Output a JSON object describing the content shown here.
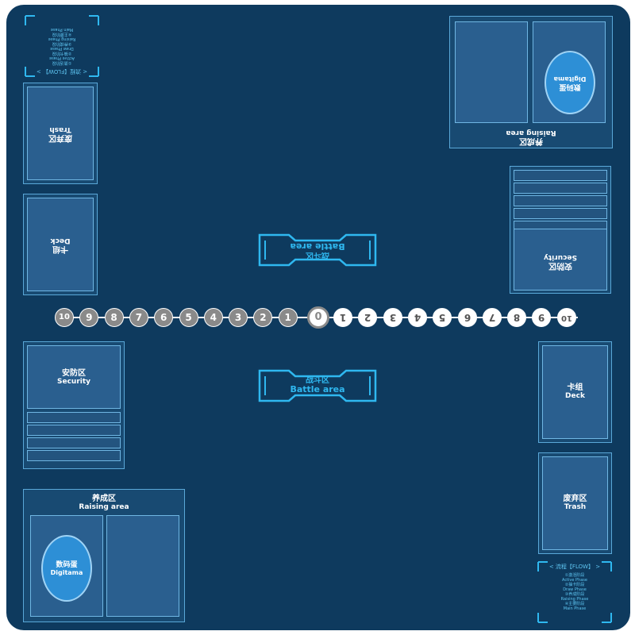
{
  "playmat": {
    "colors": {
      "background": "#0e3a5e",
      "accent": "#2fb8f0",
      "zone": "#184a72",
      "card": "#2a5f8f",
      "egg": "#2d8fd6",
      "counter_grey": "#8a8a8a"
    },
    "raising_area": {
      "zh": "养成区",
      "en": "Raising area"
    },
    "digitama": {
      "zh": "数码蛋",
      "en": "Digitama"
    },
    "security": {
      "zh": "安防区",
      "en": "Security"
    },
    "deck": {
      "zh": "卡组",
      "en": "Deck"
    },
    "trash": {
      "zh": "废弃区",
      "en": "Trash"
    },
    "battle_area": {
      "zh": "战斗区",
      "en": "Battle area"
    },
    "flow": {
      "title": "< 流程【FLOW】 >",
      "phases": [
        {
          "zh": "①激活阶段",
          "en": "Active Phase"
        },
        {
          "zh": "②抽卡阶段",
          "en": "Draw Phase"
        },
        {
          "zh": "③养成阶段",
          "en": "Raising Phase"
        },
        {
          "zh": "④主要阶段",
          "en": "Main Phase"
        }
      ]
    },
    "memory_left": [
      "10",
      "9",
      "8",
      "7",
      "6",
      "5",
      "4",
      "3",
      "2",
      "1"
    ],
    "memory_center": "0",
    "memory_right": [
      "1",
      "2",
      "3",
      "4",
      "5",
      "6",
      "7",
      "8",
      "9",
      "10"
    ]
  }
}
